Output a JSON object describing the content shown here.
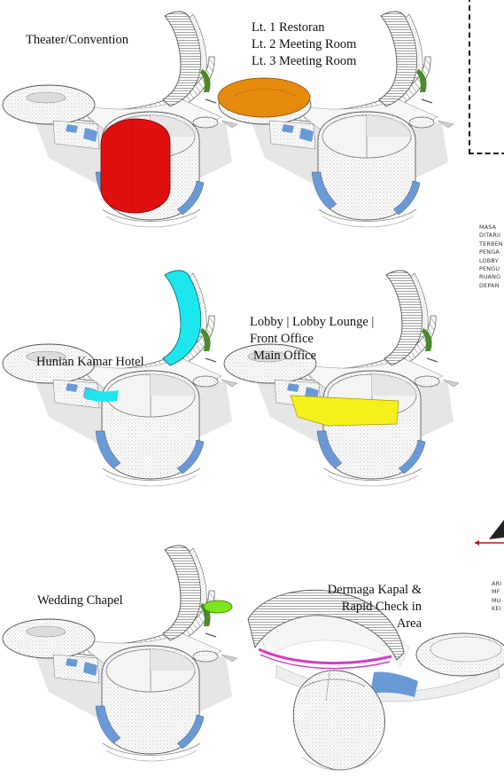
{
  "labels": {
    "theater": "Theater/Convention",
    "restoran_1": "Lt. 1 Restoran",
    "restoran_2": "Lt. 2 Meeting Room",
    "restoran_3": "Lt. 3 Meeting Room",
    "hunian": "Hunian Kamar Hotel",
    "lobby_1": "Lobby | Lobby Lounge |",
    "lobby_2": "Front Office",
    "lobby_3": "Main Office",
    "wedding": "Wedding Chapel",
    "dermaga_1": "Dermaga Kapal &",
    "dermaga_2": "Rapid Check in",
    "dermaga_3": "Area"
  },
  "side_notes": {
    "block1": [
      "MASA",
      "DITARII",
      "TERBEN",
      "PENGA",
      "LOBBY",
      "PENGU",
      "RUANG",
      "DEPAN"
    ],
    "block2": [
      "ARI",
      "MF",
      "MU",
      "KEI"
    ]
  },
  "colors": {
    "theater": "#e01010",
    "restaurant": "#e68a0e",
    "hotel_rooms": "#1ee6ee",
    "lobby": "#f6f01a",
    "chapel": "#7ce61e",
    "dock": "#d43cc8",
    "glazing": "#6a9ad6",
    "greenery": "#4c8a2e"
  }
}
